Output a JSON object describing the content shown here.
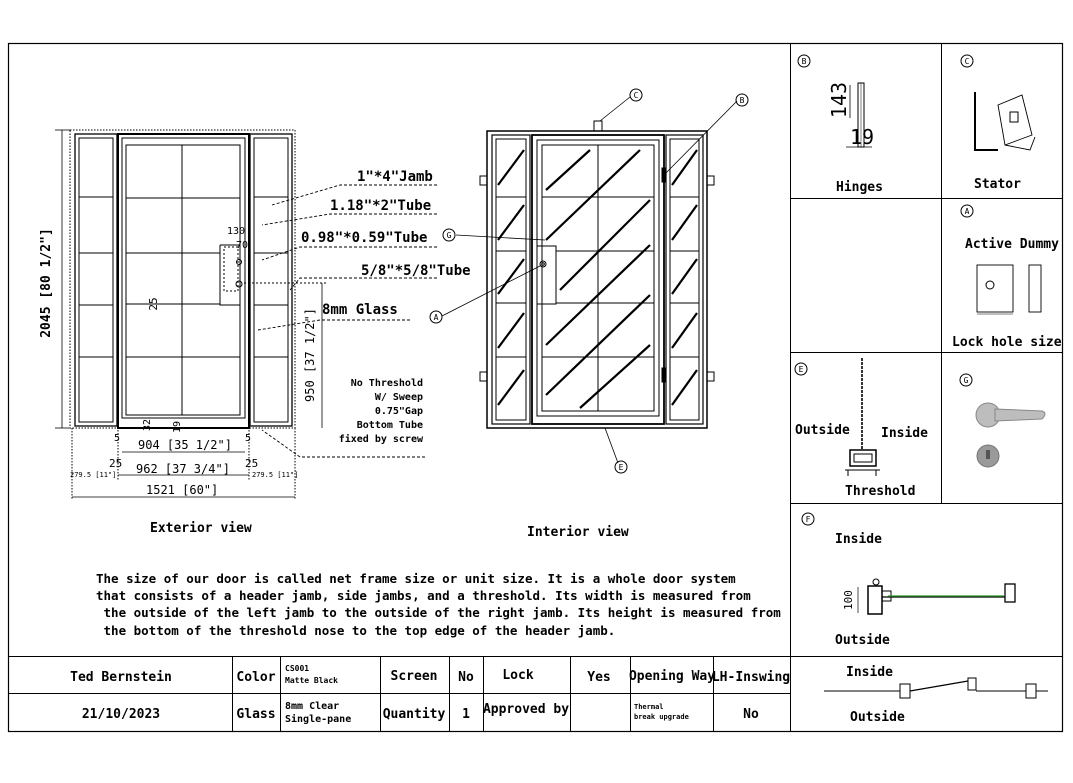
{
  "callouts": {
    "jamb": "1\"*4\"Jamb",
    "tube1": "1.18\"*2\"Tube",
    "tube2": "0.98\"*0.59\"Tube",
    "tube3": "5/8\"*5/8\"Tube",
    "glass": "8mm Glass"
  },
  "dimensions": {
    "height": "2045 [80 1/2\"]",
    "handle_height": "950 [37 1/2\"]",
    "top_130": "130",
    "top_70": "70",
    "center_25": "25",
    "bottom_32": "32",
    "bottom_19": "19",
    "small_5_left": "5",
    "small_5_right": "5",
    "w904": "904 [35 1/2\"]",
    "left_25": "25",
    "right_25": "25",
    "w962": "962 [37 3/4\"]",
    "side_left": "279.5 [11\"]",
    "side_right": "279.5 [11\"]",
    "w1521": "1521 [60\"]"
  },
  "threshold_note": [
    "No Threshold",
    "W/ Sweep",
    "0.75\"Gap",
    "Bottom Tube",
    "fixed by screw"
  ],
  "markers": {
    "a": "A",
    "b": "B",
    "c": "C",
    "e": "E",
    "f": "F",
    "g": "G"
  },
  "view_labels": {
    "exterior": "Exterior view",
    "interior": "Interior view"
  },
  "description": [
    "The size of our door is called net frame size or unit size. It is a whole door system",
    "that consists of a header jamb, side jambs, and a threshold. Its width is measured from",
    " the outside of the left jamb to the outside of the right jamb. Its height is measured from",
    " the bottom of the threshold nose to the top edge of the header jamb."
  ],
  "panels": {
    "hinges": {
      "marker": "B",
      "label": "Hinges",
      "dim_143": "143",
      "dim_19": "19"
    },
    "stator": {
      "marker": "C",
      "label": "Stator"
    },
    "lock": {
      "marker": "A",
      "title": "Active Dummy",
      "label": "Lock hole size"
    },
    "threshold": {
      "marker": "E",
      "outside": "Outside",
      "inside": "Inside",
      "label": "Threshold"
    },
    "handle": {
      "marker": "G"
    },
    "swing": {
      "marker": "F",
      "inside": "Inside",
      "outside": "Outside",
      "dim": "100"
    },
    "plan": {
      "inside": "Inside",
      "outside": "Outside"
    }
  },
  "table": {
    "name": "Ted Bernstein",
    "date": "21/10/2023",
    "color_label": "Color",
    "color_code": "CS001",
    "color_value": "Matte Black",
    "glass_label": "Glass",
    "glass_line1": "8mm Clear",
    "glass_line2": "Single-pane",
    "screen_label": "Screen",
    "screen_value": "No",
    "quantity_label": "Quantity",
    "quantity_value": "1",
    "lock_label": "Lock",
    "lock_value": "Yes",
    "approved_label": "Approved by",
    "approved_value": "",
    "opening_label": "Opening Way",
    "opening_value": "LH-Inswing",
    "thermal_line1": "Thermal",
    "thermal_line2": "break upgrade",
    "thermal_value": "No"
  }
}
